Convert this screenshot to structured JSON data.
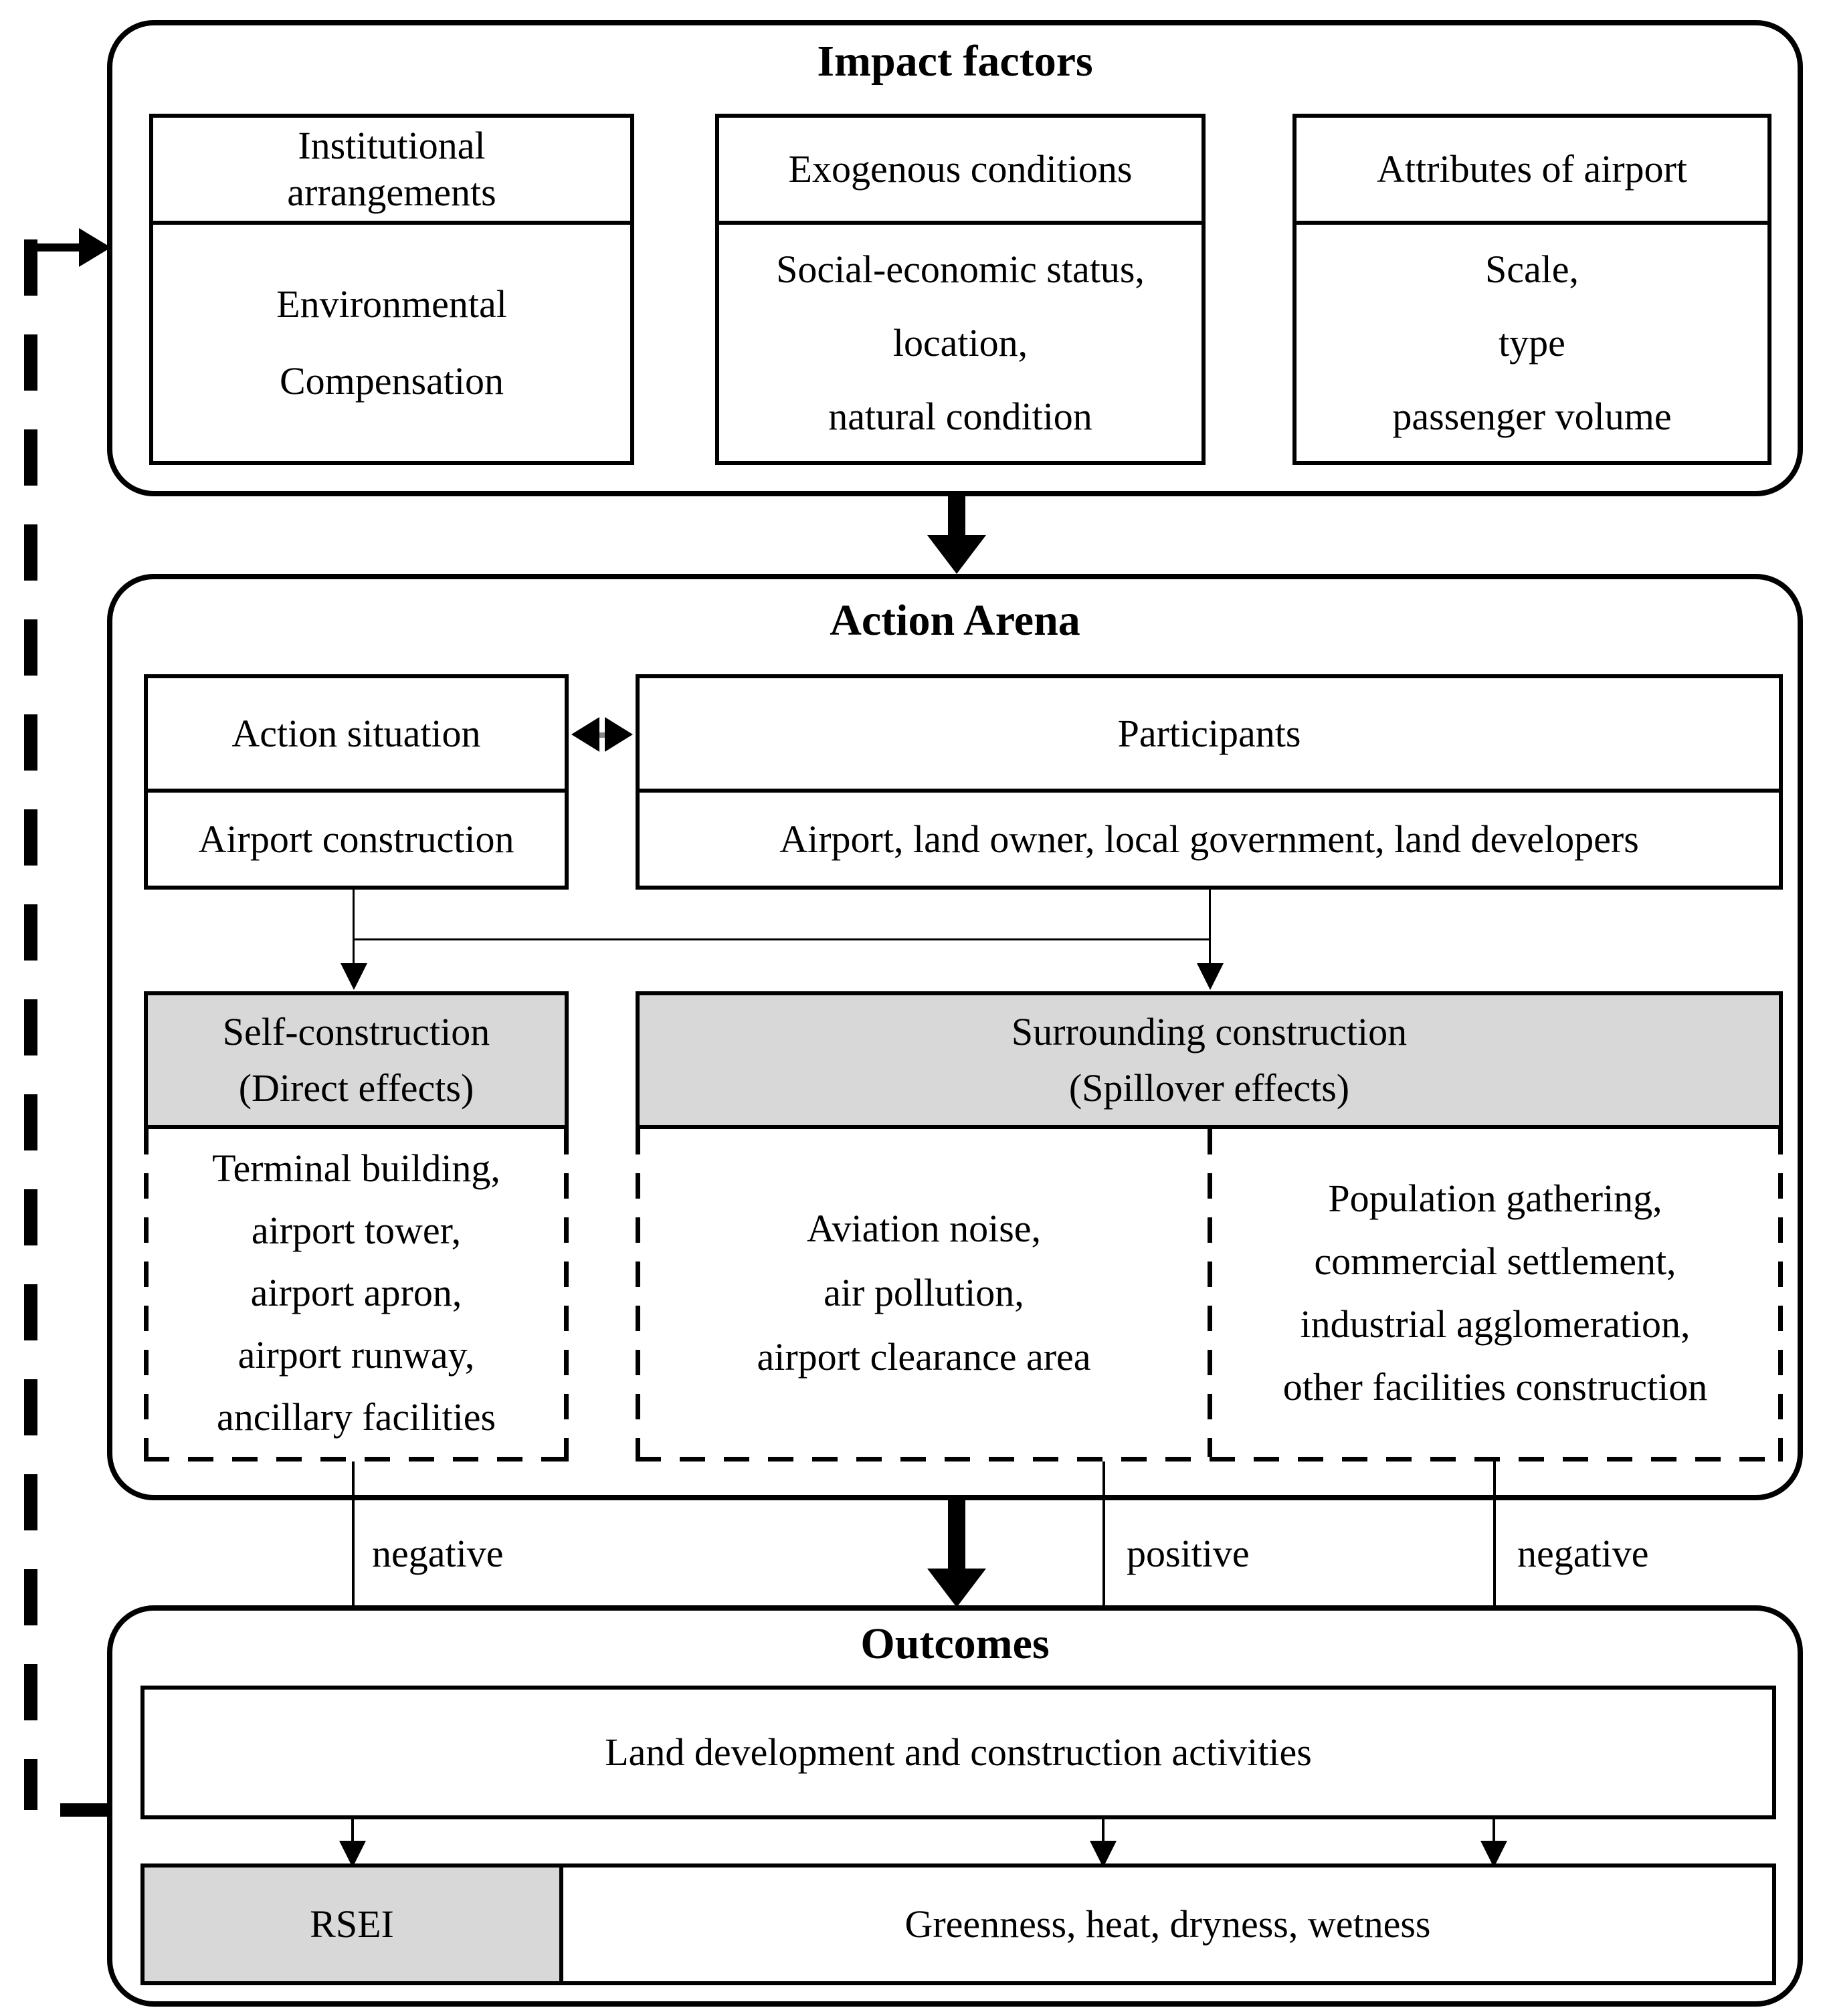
{
  "colors": {
    "box_fill_gray": "#d8d8d8",
    "line_color": "#000000",
    "background": "#ffffff"
  },
  "impact": {
    "title": "Impact factors",
    "boxes": [
      {
        "header": [
          "Institutional",
          "arrangements"
        ],
        "content": [
          "Environmental",
          "Compensation"
        ]
      },
      {
        "header": [
          "Exogenous conditions"
        ],
        "content": [
          "Social-economic status,",
          "location,",
          "natural condition"
        ]
      },
      {
        "header": [
          "Attributes of airport"
        ],
        "content": [
          "Scale,",
          "type",
          "passenger volume"
        ]
      }
    ]
  },
  "action_arena": {
    "title": "Action Arena",
    "action_situation": {
      "header": "Action situation",
      "content": "Airport construction"
    },
    "participants": {
      "header": "Participants",
      "content": "Airport, land owner, local government, land developers"
    },
    "self_construction": {
      "header": [
        "Self-construction",
        "(Direct effects)"
      ],
      "items": [
        "Terminal building,",
        "airport tower,",
        "airport apron,",
        "airport runway,",
        "ancillary facilities"
      ]
    },
    "surrounding_construction": {
      "header": [
        "Surrounding construction",
        "(Spillover effects)"
      ],
      "left_items": [
        "Aviation noise,",
        "air pollution,",
        "airport clearance area"
      ],
      "right_items": [
        "Population gathering,",
        "commercial settlement,",
        "industrial agglomeration,",
        "other facilities construction"
      ]
    }
  },
  "edge_labels": {
    "left": "negative",
    "middle": "positive",
    "right": "negative"
  },
  "outcomes": {
    "title": "Outcomes",
    "land_box": "Land development and construction activities",
    "rsei": "RSEI",
    "indicators": "Greenness, heat, dryness, wetness"
  }
}
